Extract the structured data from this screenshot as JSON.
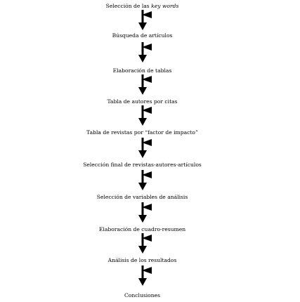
{
  "steps": [
    {
      "text": "Selección de las ",
      "emphasis": "key words"
    },
    {
      "text": "Búsqueda de artículos"
    },
    {
      "text": "Elaboración de tablas"
    },
    {
      "text": "Tabla de autores por citas"
    },
    {
      "text": "Tabla de revistas por “factor de impacto”"
    },
    {
      "text": "Selección final de revistas-autores-artículos"
    },
    {
      "text": "Selección de variables de análisis"
    },
    {
      "text": "Elaboración de cuadro-resumen"
    },
    {
      "text": "Análisis de los resultados"
    },
    {
      "text": "Conclusiones"
    }
  ],
  "colors": {
    "ink": "#000000",
    "background": "#ffffff"
  }
}
